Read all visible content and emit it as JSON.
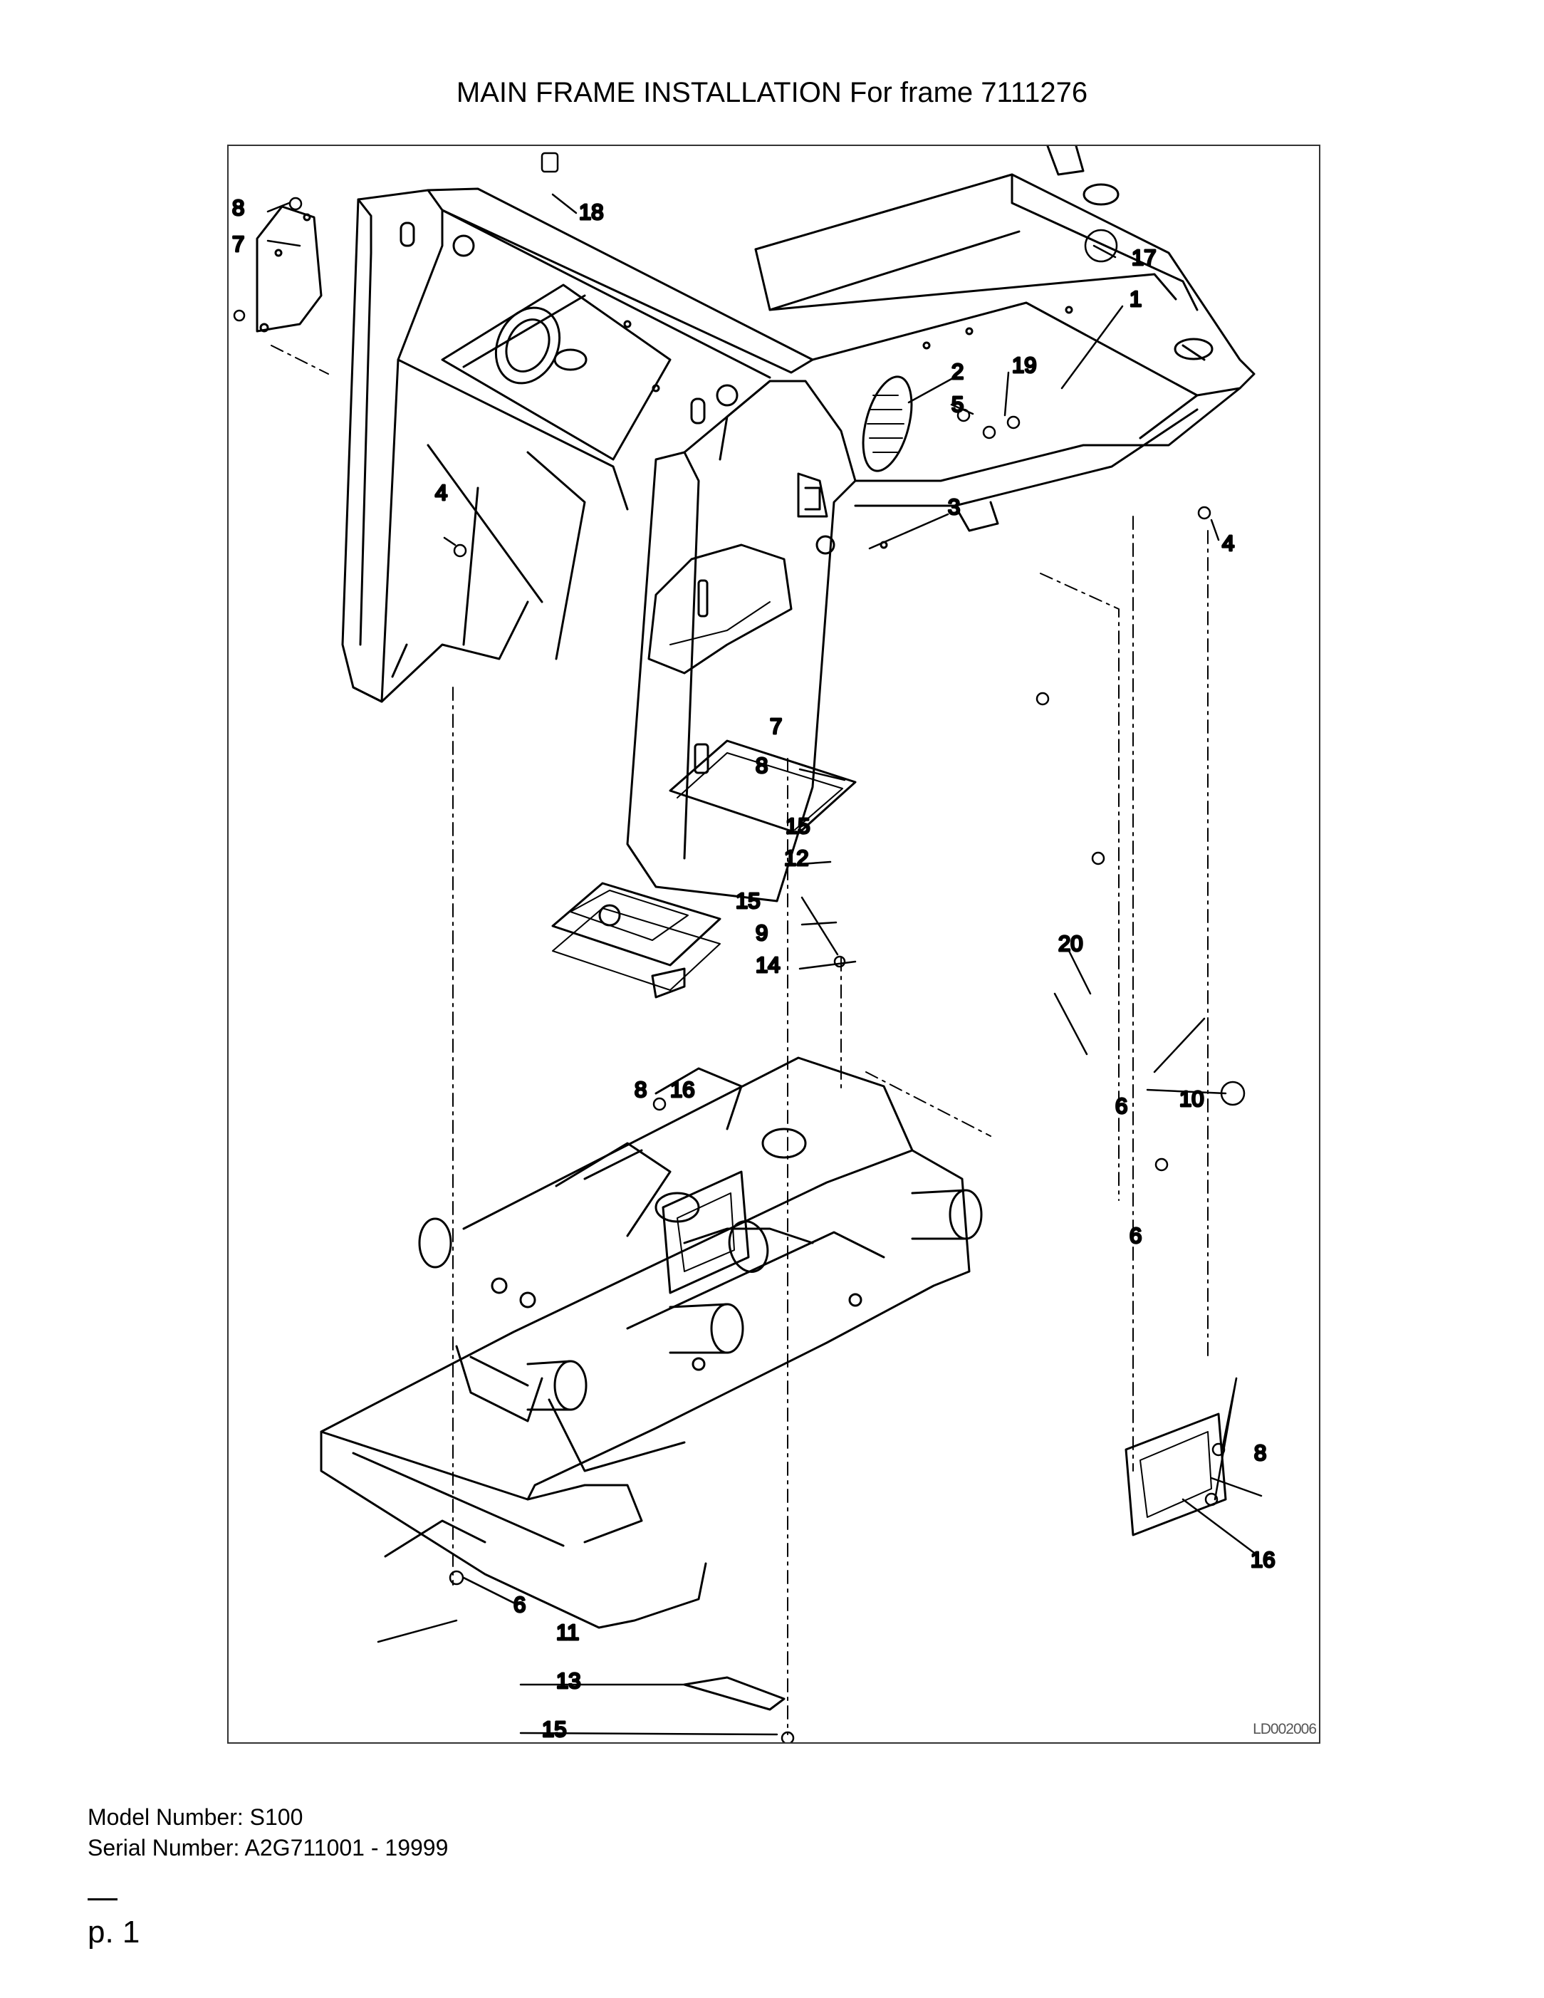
{
  "title": "MAIN FRAME INSTALLATION For frame 7111276",
  "figure_code": "LD002006",
  "callouts": {
    "c1": "1",
    "c2": "2",
    "c3": "3",
    "c4a": "4",
    "c4b": "4",
    "c5": "5",
    "c6a": "6",
    "c6b": "6",
    "c7a": "7",
    "c7b": "7",
    "c8a": "8",
    "c8b": "8",
    "c8c": "8",
    "c8d": "8",
    "c9": "9",
    "c10": "10",
    "c11": "11",
    "c12": "12",
    "c13": "13",
    "c14": "14",
    "c15a": "15",
    "c15b": "15",
    "c15c": "15",
    "c16a": "16",
    "c16b": "16",
    "c17": "17",
    "c18": "18",
    "c19": "19",
    "c20": "20"
  },
  "model_number": "Model Number: S100",
  "serial_number": "Serial Number: A2G711001 - 19999",
  "page_label": "p. 1"
}
